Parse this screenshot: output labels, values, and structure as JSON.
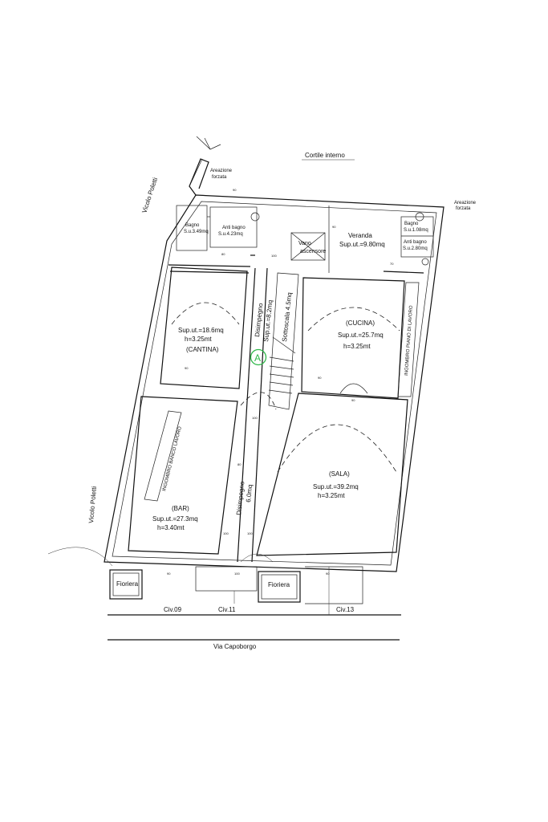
{
  "courtyard": "Cortile interno",
  "street": "Via Capoborgo",
  "alley_top": "Vicolo Poletti",
  "alley_left": "Vicolo Poletti",
  "forced_ventilation_left": [
    "Areazione",
    "forzata"
  ],
  "forced_ventilation_right": [
    "Areazione",
    "forzata"
  ],
  "rooms": {
    "bagno": [
      "Bagno",
      "S.u.3.49mq"
    ],
    "antibagno": [
      "Anti bagno",
      "S.u.4.23mq"
    ],
    "veranda": [
      "Veranda",
      "Sup.ut.=9.80mq"
    ],
    "vano_ascensore": [
      "Vano",
      "ascensore"
    ],
    "bagno_small": [
      "Bagno",
      "S.u.1.08mq"
    ],
    "antibagno_small": [
      "Anti bagno",
      "S.u.2.80mq"
    ],
    "cantina": [
      "Sup.ut.=18.6mq",
      "h=3.25mt",
      "(CANTINA)"
    ],
    "disimpegno_upper": [
      "Disimpegno",
      "Sup.ut.=8.2mq"
    ],
    "sottoscala": "Sottoscala 4.5mq",
    "cucina": [
      "(CUCINA)",
      "Sup.ut.=25.7mq",
      "h=3.25mt"
    ],
    "incombro_cucina": "INGOMBRO PIANO DI LAVORO",
    "incombro_bar": "INGOMBRO BANCO LAVORO",
    "bar": [
      "(BAR)",
      "Sup.ut.=27.3mq",
      "h=3.40mt"
    ],
    "disimpegno_lower": [
      "Disimpegno",
      "6.0mq"
    ],
    "sala": [
      "(SALA)",
      "Sup.ut.=39.2mq",
      "h=3.25mt"
    ]
  },
  "fioriera_left": "Fioriera",
  "fioriera_right": "Fioriera",
  "civici": [
    "Civ.09",
    "Civ.11",
    "Civ.13"
  ],
  "circle_marker": "A",
  "marker_color": "#2fb84a",
  "line_color": "#111111"
}
